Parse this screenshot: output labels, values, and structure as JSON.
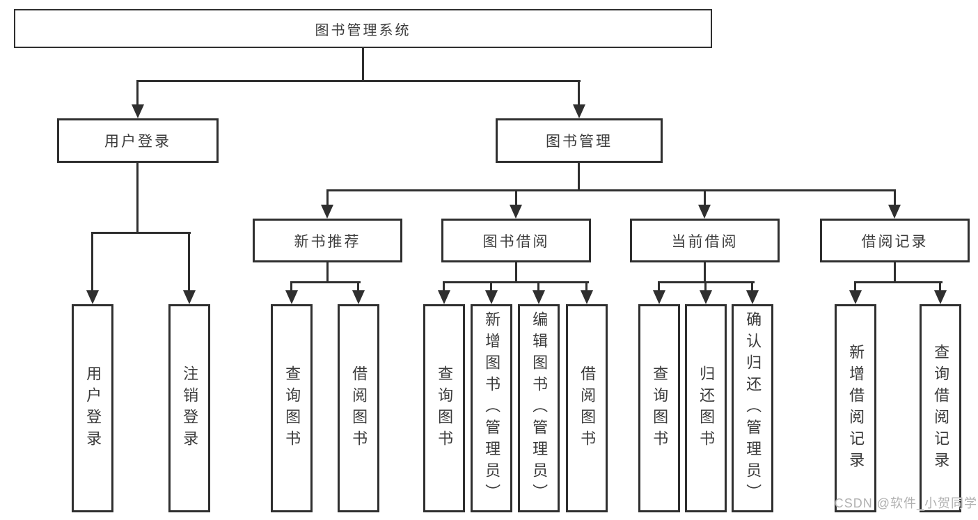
{
  "colors": {
    "line": "#2f2f2f",
    "text": "#3b3b3b",
    "background": "#ffffff",
    "watermark": "#b0b0b0"
  },
  "watermark": "CSDN @软件_小贺同学",
  "tree": {
    "label": "图书管理系统",
    "children": [
      {
        "label": "用户登录",
        "children": [
          {
            "label": "用户登录"
          },
          {
            "label": "注销登录"
          }
        ]
      },
      {
        "label": "图书管理",
        "children": [
          {
            "label": "新书推荐",
            "children": [
              {
                "label": "查询图书"
              },
              {
                "label": "借阅图书"
              }
            ]
          },
          {
            "label": "图书借阅",
            "children": [
              {
                "label": "查询图书"
              },
              {
                "label": "新增图书（管理员）"
              },
              {
                "label": "编辑图书（管理员）"
              },
              {
                "label": "借阅图书"
              }
            ]
          },
          {
            "label": "当前借阅",
            "children": [
              {
                "label": "查询图书"
              },
              {
                "label": "归还图书"
              },
              {
                "label": "确认归还（管理员）"
              }
            ]
          },
          {
            "label": "借阅记录",
            "children": [
              {
                "label": "新增借阅记录"
              },
              {
                "label": "查询借阅记录"
              }
            ]
          }
        ]
      }
    ]
  }
}
